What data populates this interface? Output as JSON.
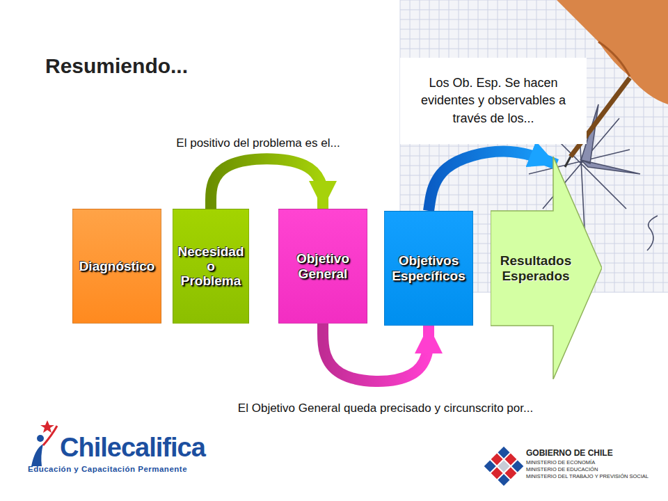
{
  "diagram": {
    "title": "Resumiendo...",
    "nodes": [
      {
        "text": [
          "Diagnóstico"
        ]
      },
      {
        "text": [
          "Necesidad o Problema"
        ]
      },
      {
        "text": [
          "Objetivo General"
        ]
      },
      {
        "text": [
          "Objetivos Específicos"
        ]
      },
      {
        "text": [
          "Resultados Esperados"
        ]
      }
    ],
    "edges": [
      {
        "from": 1,
        "to": 2,
        "arrow": "to",
        "label": "El positivo del problema es el..."
      },
      {
        "from": 2,
        "to": 3,
        "arrow": "to",
        "label": "El Objetivo General queda precisado y circunscrito por..."
      },
      {
        "from": 3,
        "to": 4,
        "arrow": "to",
        "label": "Los Ob. Esp. Se hacen evidentes y observables a través de los..."
      }
    ],
    "labels": [
      "Chilecalifica",
      "Educación y Capacitación Permanente",
      "GOBIERNO DE CHILE",
      "MINISTERIO DE ECONOMÍA",
      "MINISTERIO DE EDUCACIÓN",
      "MINISTERIO DEL TRABAJO Y PREVISIÓN SOCIAL"
    ]
  }
}
